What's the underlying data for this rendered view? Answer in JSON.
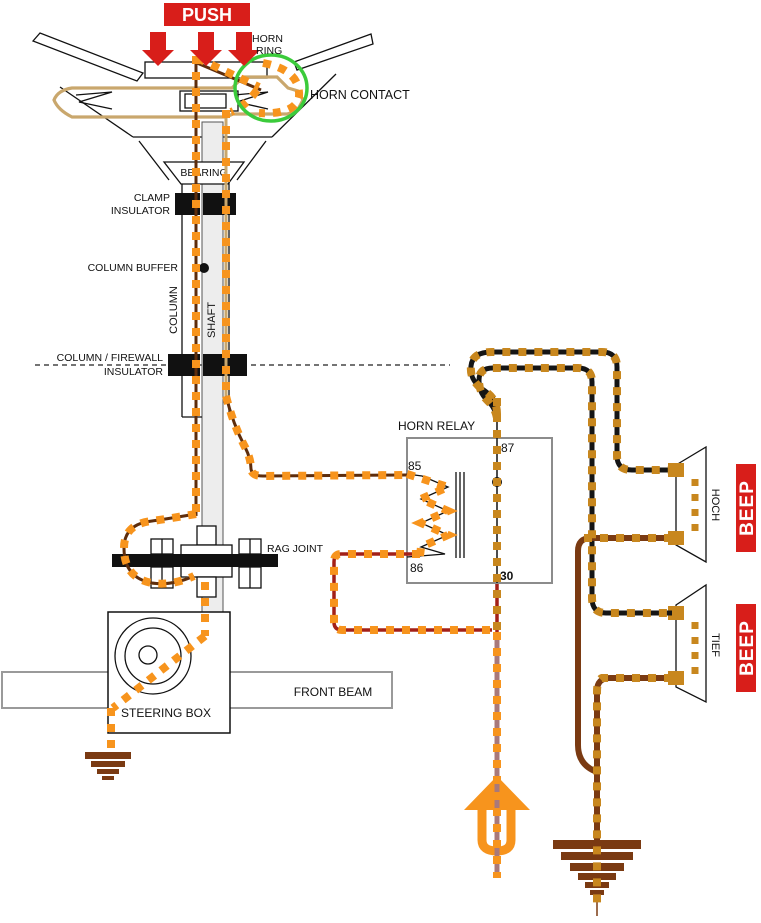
{
  "diagram_title": "Horn circuit wiring diagram (steering column, horn relay, high and low horns)",
  "labels": {
    "push": "PUSH",
    "horn_ring_1": "HORN",
    "horn_ring_2": "RING",
    "horn_contact": "HORN CONTACT",
    "bearing": "BEARING",
    "clamp_1": "CLAMP",
    "clamp_2": "INSULATOR",
    "column_buffer": "COLUMN BUFFER",
    "column": "COLUMN",
    "shaft": "SHAFT",
    "firewall_1": "COLUMN / FIREWALL",
    "firewall_2": "INSULATOR",
    "horn_relay": "HORN RELAY",
    "t85": "85",
    "t86": "86",
    "t87": "87",
    "t30": "30",
    "rag_joint": "RAG JOINT",
    "front_beam": "FRONT BEAM",
    "steering_box": "STEERING BOX",
    "horn_high": "HOCH",
    "horn_low": "TIEF",
    "beep": "BEEP"
  },
  "colors": {
    "bright": "#F7941D",
    "ochre": "#C8871E",
    "dkbrown": "#7A3A12",
    "wirebrown": "#5E2D0C",
    "tan": "#C9A76D",
    "dkred": "#A32018",
    "mauve": "#A8797B",
    "red": "#D81E1A",
    "green": "#3BCB3B",
    "relay_border": "#8C8C8C",
    "beam_border": "#9A9A9A",
    "shaft_fill": "#EDEDED"
  }
}
